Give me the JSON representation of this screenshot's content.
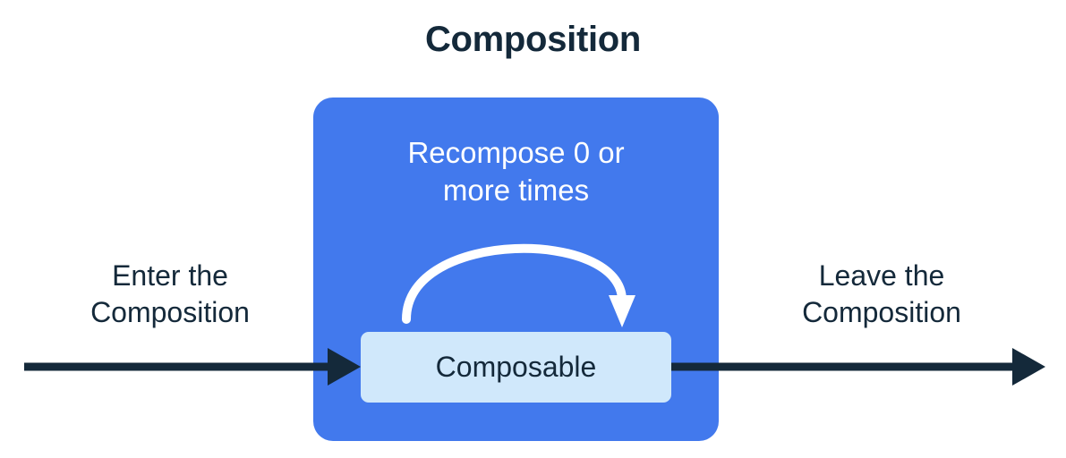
{
  "title": "Composition",
  "colors": {
    "background": "#ffffff",
    "ink": "#14293a",
    "composition_blue": "#4279ed",
    "composable_fill": "#d0e8fb",
    "arc_white": "#ffffff"
  },
  "composition": {
    "container_label": "Composition",
    "recompose_note_line1": "Recompose 0 or",
    "recompose_note_line2": "more times",
    "recompose_note_full": "Recompose 0 or more times",
    "composable_label": "Composable"
  },
  "flow": {
    "enter_line1": "Enter the",
    "enter_line2": "Composition",
    "enter_full": "Enter the Composition",
    "leave_line1": "Leave the",
    "leave_line2": "Composition",
    "leave_full": "Leave the Composition"
  },
  "icons": {
    "enter_arrow": "arrow-right-icon",
    "leave_arrow": "arrow-right-icon",
    "recompose_loop": "loop-arrow-icon"
  }
}
